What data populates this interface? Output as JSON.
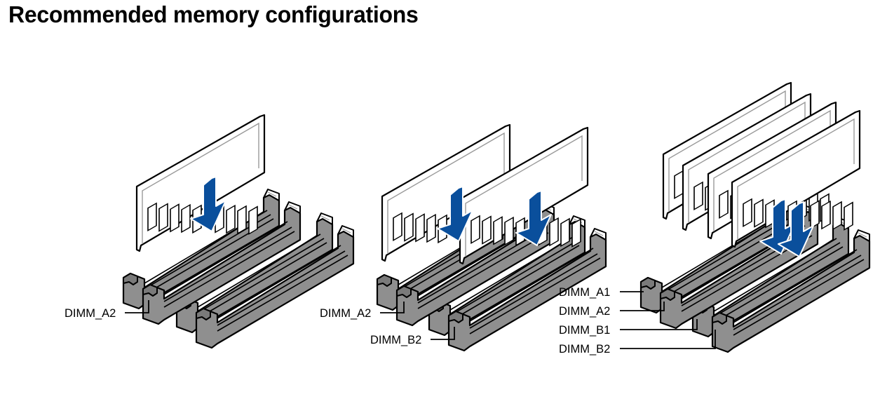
{
  "title": "Recommended memory configurations",
  "colors": {
    "arrow": "#0a4f9c",
    "slot": "#8f8f8f",
    "module": "#ffffff",
    "outline": "#000000"
  },
  "configurations": [
    {
      "name": "one-module",
      "modules_installed": 1,
      "labels": [
        "DIMM_A2"
      ]
    },
    {
      "name": "two-modules",
      "modules_installed": 2,
      "labels": [
        "DIMM_A2",
        "DIMM_B2"
      ]
    },
    {
      "name": "four-modules",
      "modules_installed": 4,
      "labels": [
        "DIMM_A1",
        "DIMM_A2",
        "DIMM_B1",
        "DIMM_B2"
      ]
    }
  ]
}
